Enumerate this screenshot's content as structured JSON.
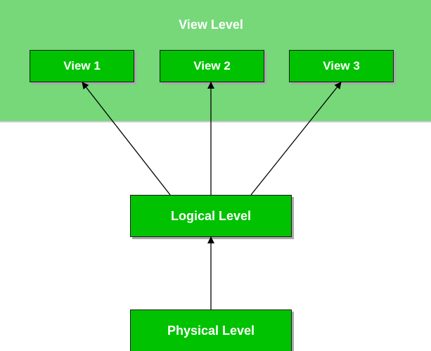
{
  "colors": {
    "panel_fill": "#76d879",
    "box_fill": "#00c200",
    "box_border": "#1a1a1a",
    "arrow": "#000000"
  },
  "view_level": {
    "title": "View Level",
    "views": [
      "View 1",
      "View 2",
      "View 3"
    ]
  },
  "logical_level": {
    "label": "Logical Level"
  },
  "physical_level": {
    "label": "Physical Level"
  },
  "connections": [
    {
      "from": "Logical Level",
      "to": "View 1"
    },
    {
      "from": "Logical Level",
      "to": "View 2"
    },
    {
      "from": "Logical Level",
      "to": "View 3"
    },
    {
      "from": "Physical Level",
      "to": "Logical Level"
    }
  ]
}
